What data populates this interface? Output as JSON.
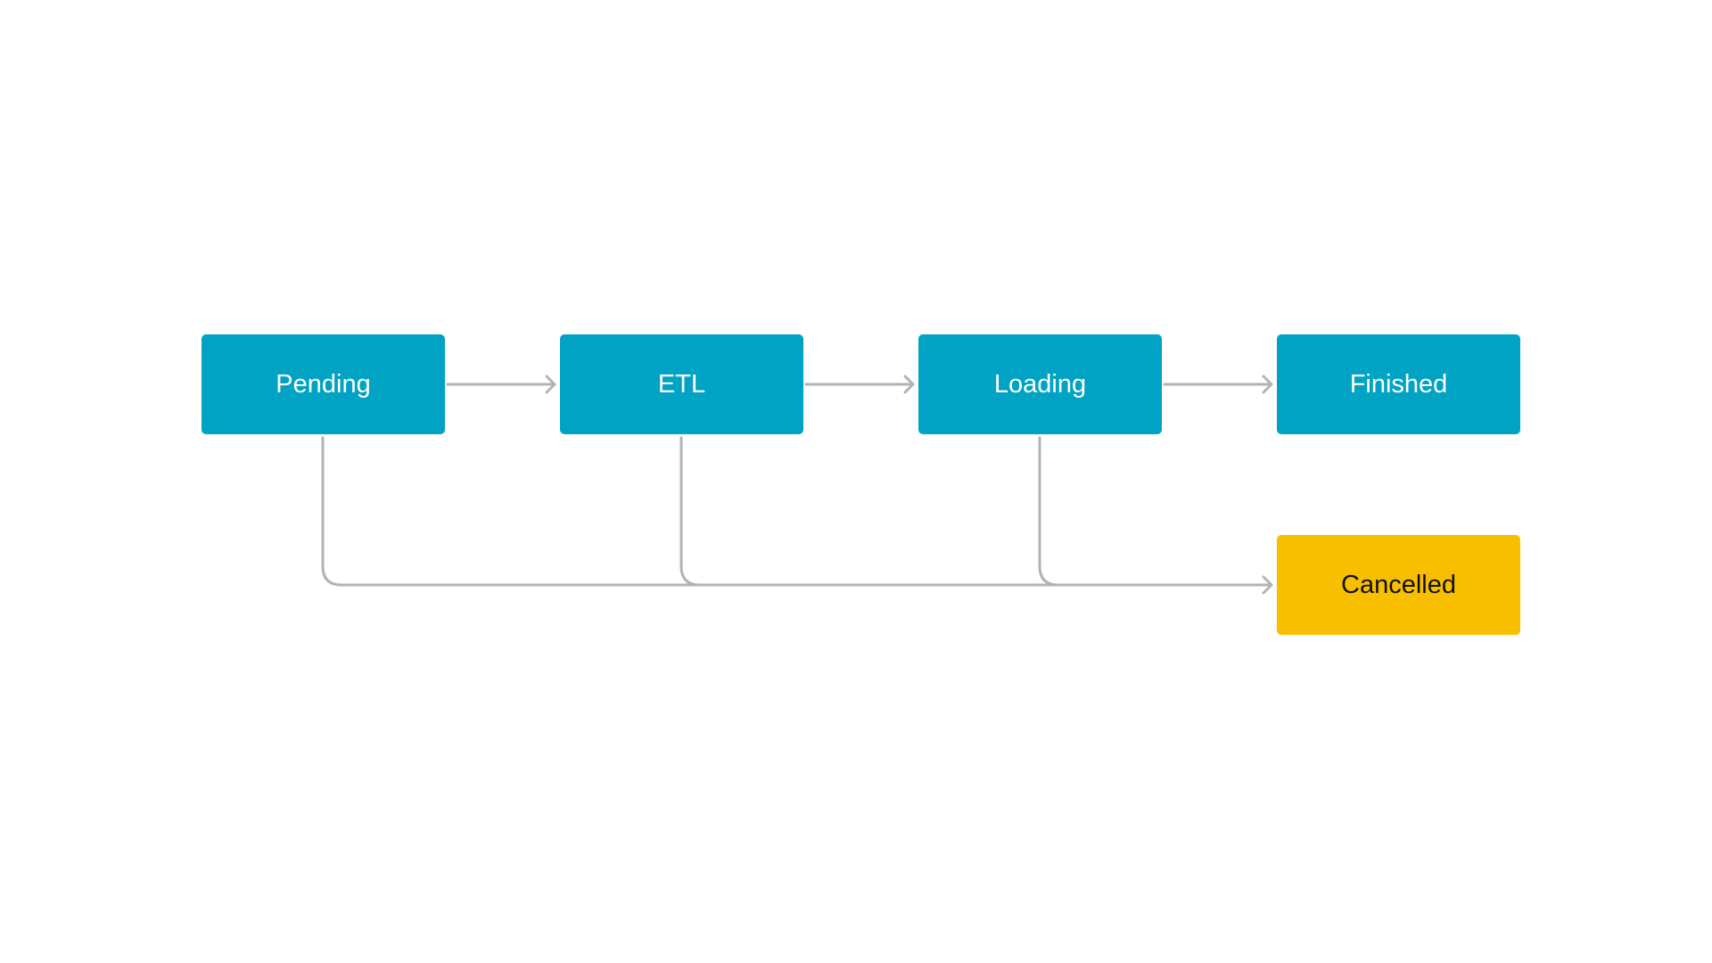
{
  "diagram": {
    "nodes": [
      {
        "id": "pending",
        "label": "Pending",
        "color": "#00a3c4"
      },
      {
        "id": "etl",
        "label": "ETL",
        "color": "#00a3c4"
      },
      {
        "id": "loading",
        "label": "Loading",
        "color": "#00a3c4"
      },
      {
        "id": "finished",
        "label": "Finished",
        "color": "#00a3c4"
      },
      {
        "id": "cancelled",
        "label": "Cancelled",
        "color": "#f8bf00"
      }
    ],
    "edges": [
      {
        "from": "pending",
        "to": "etl"
      },
      {
        "from": "etl",
        "to": "loading"
      },
      {
        "from": "loading",
        "to": "finished"
      },
      {
        "from": "pending",
        "to": "cancelled"
      },
      {
        "from": "etl",
        "to": "cancelled"
      },
      {
        "from": "loading",
        "to": "cancelled"
      }
    ],
    "edge_color": "#b3b3b3"
  }
}
